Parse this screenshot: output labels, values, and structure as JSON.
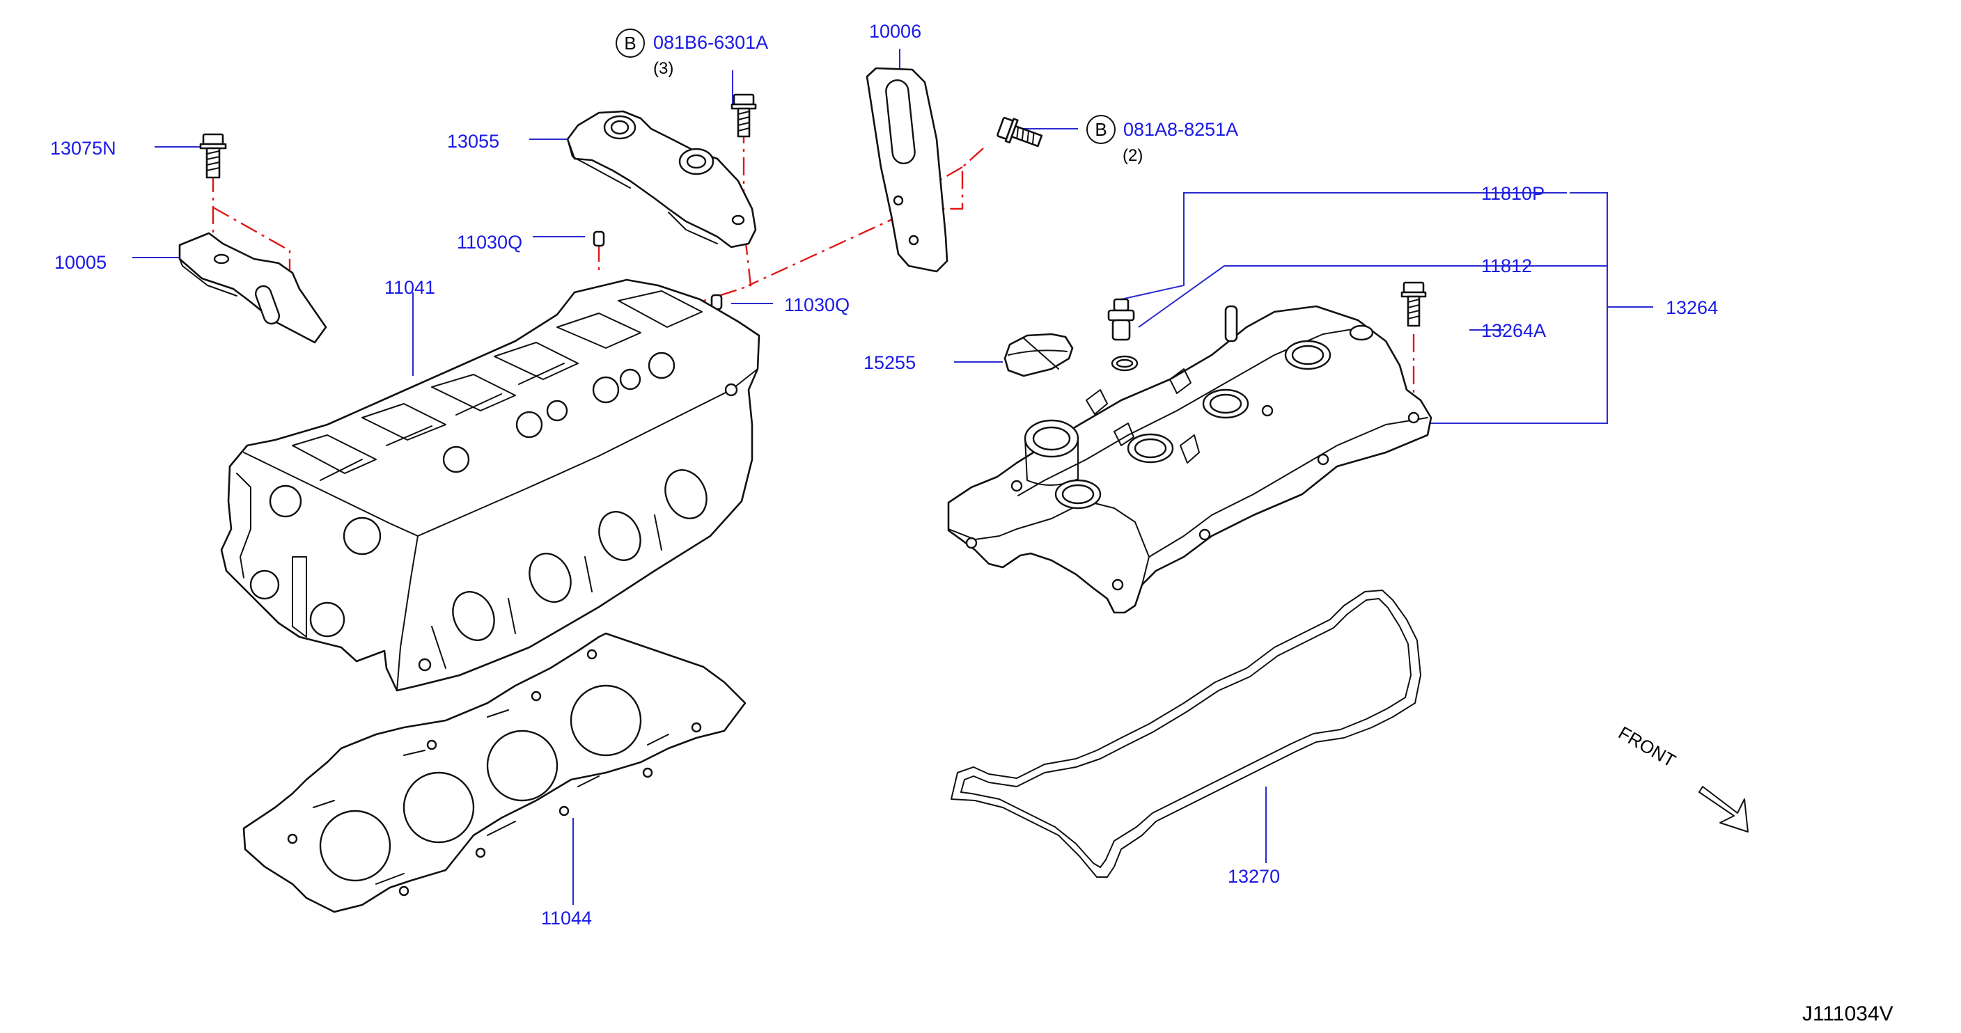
{
  "diagram": {
    "labels": {
      "p13075N": "13075N",
      "p10005": "10005",
      "p13055": "13055",
      "bolt_b1": "081B6-6301A",
      "bolt_b1_qty": "(3)",
      "p10006": "10006",
      "bolt_b2": "081A8-8251A",
      "bolt_b2_qty": "(2)",
      "p11030Q_a": "11030Q",
      "p11030Q_b": "11030Q",
      "p11041": "11041",
      "p11810P": "11810P",
      "p11812": "11812",
      "p13264": "13264",
      "p13264A": "13264A",
      "p15255": "15255",
      "p11044": "11044",
      "p13270": "13270"
    },
    "b_marker": "B",
    "front_label": "FRONT",
    "figure_id": "J111034V"
  }
}
